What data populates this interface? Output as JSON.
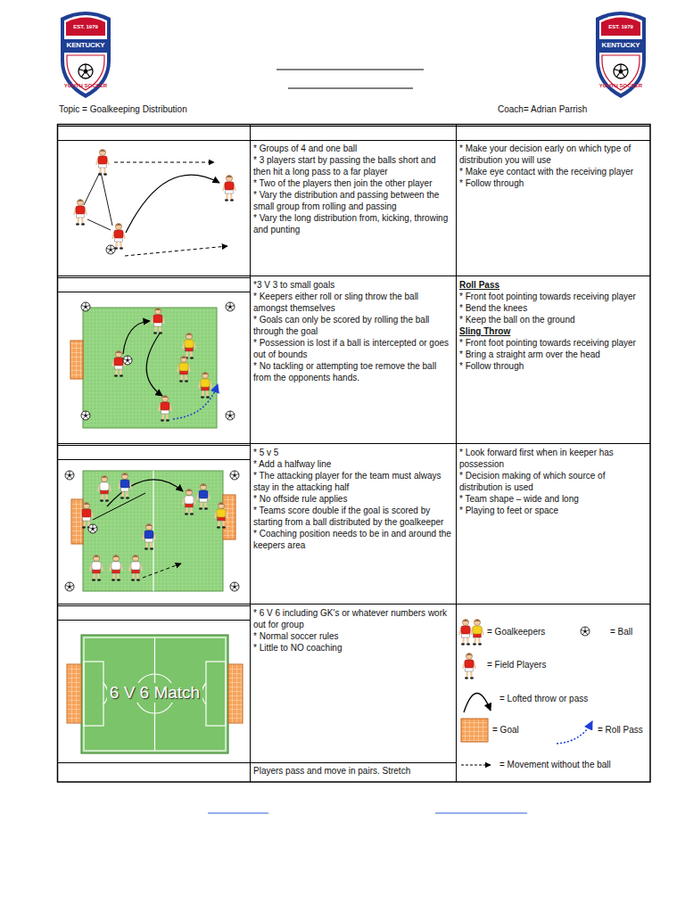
{
  "diagram": {
    "nodes": [
      {
        "text": [
          "* Groups of 4 and one ball",
          "* 3 players start by passing the balls short and then hit a long pass to a far player",
          "* Two of the players then join the other player",
          "* Vary the distribution and passing between the small group from rolling and passing",
          "* Vary the long distribution from, kicking, throwing and punting"
        ]
      },
      {
        "text": [
          "* Make your decision early on which type of distribution you will use",
          "* Make eye contact with the receiving player",
          "* Follow through"
        ]
      },
      {
        "text": [
          "*3 V 3 to small goals",
          "* Keepers either roll or sling throw the ball amongst themselves",
          "* Goals can only be scored by rolling the ball through the goal",
          "* Possession is lost if a ball is intercepted or goes out of bounds",
          "* No tackling or attempting toe remove the ball from the opponents hands."
        ]
      },
      {
        "text": [
          "Roll Pass",
          "* Front foot pointing towards receiving player",
          "* Bend the knees",
          "* Keep the ball on the ground",
          "Sling Throw",
          "* Front foot pointing towards receiving player",
          "* Bring a straight arm over the head",
          "* Follow through"
        ]
      },
      {
        "text": [
          "* 5 v 5",
          "* Add a halfway line",
          "* The attacking player for the team must always stay in the attacking half",
          "* No offside rule applies",
          "* Teams score double if the goal is scored  by starting from a ball distributed by the goalkeeper",
          "* Coaching position needs to be in and around the keepers area"
        ]
      },
      {
        "text": [
          "* Look forward first when in keeper has possession",
          "* Decision making of which source of distribution is used",
          "* Team shape – wide and long",
          "* Playing to feet or space"
        ]
      },
      {
        "text": [
          "* 6 V 6 including GK's or whatever numbers work out for group",
          "* Normal soccer rules",
          "* Little to NO coaching"
        ]
      },
      {
        "text": [
          "Players pass and move in pairs. Stretch"
        ]
      }
    ],
    "labels": [
      "EST. 1979",
      "KENTUCKY",
      "YOUTH SOCCER",
      "EST. 1979",
      "KENTUCKY",
      "YOUTH SOCCER",
      "Topic = Goalkeeping Distribution",
      "Coach= Adrian Parrish",
      "6 V 6 Match"
    ],
    "legend": [
      {
        "text": "= Goalkeepers"
      },
      {
        "text": "= Ball"
      },
      {
        "text": "= Field Players"
      },
      {
        "text": "= Lofted throw or pass"
      },
      {
        "text": "= Goal"
      },
      {
        "text": "= Roll Pass"
      },
      {
        "text": "= Movement without the ball"
      }
    ]
  }
}
